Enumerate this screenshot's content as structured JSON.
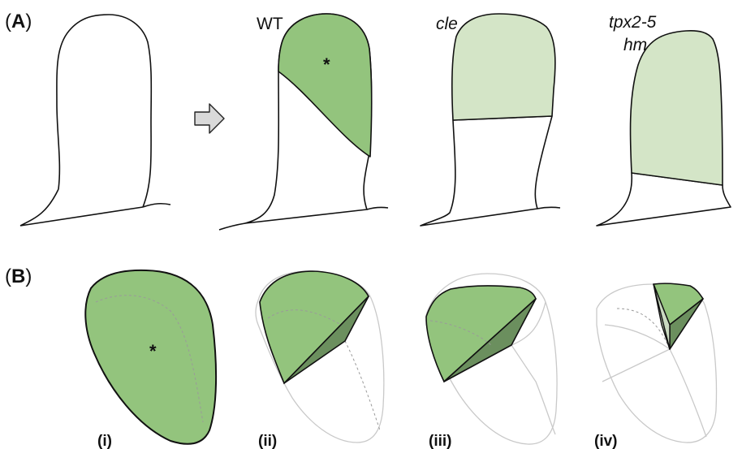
{
  "panel_a": {
    "label_open": "(",
    "label_letter": "A",
    "label_close": ")",
    "genotypes": {
      "wt": "WT",
      "cle": "cle",
      "tpx_line1": "tpx2-5",
      "tpx_line2": "hm"
    },
    "asterisk": "*"
  },
  "panel_b": {
    "label_open": "(",
    "label_letter": "B",
    "label_close": ")",
    "asterisk": "*",
    "sublabels": [
      "(i)",
      "(ii)",
      "(iii)",
      "(iv)"
    ]
  },
  "colors": {
    "green_fill": "#93c47d",
    "light_green_fill": "#d4e5c7",
    "dark_green_face": "#6b8f5e",
    "gray_face": "#b9c9b0",
    "arrow_fill": "#d9d9d9"
  }
}
